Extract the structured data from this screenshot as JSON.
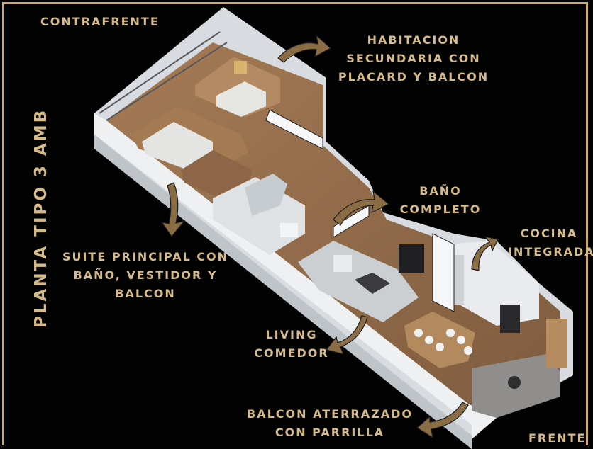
{
  "title": "PLANTA TIPO 3 AMB",
  "labels": {
    "contrafrente": "CONTRAFRENTE",
    "frente": "FRENTE",
    "habitacion": [
      "HABITACION",
      "SECUNDARIA CON",
      "PLACARD Y BALCON"
    ],
    "bano": [
      "BAÑO",
      "COMPLETO"
    ],
    "cocina": [
      "COCINA",
      "INTEGRADA"
    ],
    "suite": [
      "SUITE PRINCIPAL CON",
      "BAÑO, VESTIDOR Y",
      "BALCON"
    ],
    "living": [
      "LIVING",
      "COMEDOR"
    ],
    "balcon": [
      "BALCON ATERRAZADO",
      "CON PARRILLA"
    ]
  },
  "colors": {
    "accent": "#d6bb8a",
    "frame": "#c9a96e",
    "background": "#020202",
    "wall": "#e9ecef",
    "floor_wood": "#9a7452",
    "arrow": "#8a6d44"
  },
  "icons": [
    "curved-arrow-icon"
  ]
}
